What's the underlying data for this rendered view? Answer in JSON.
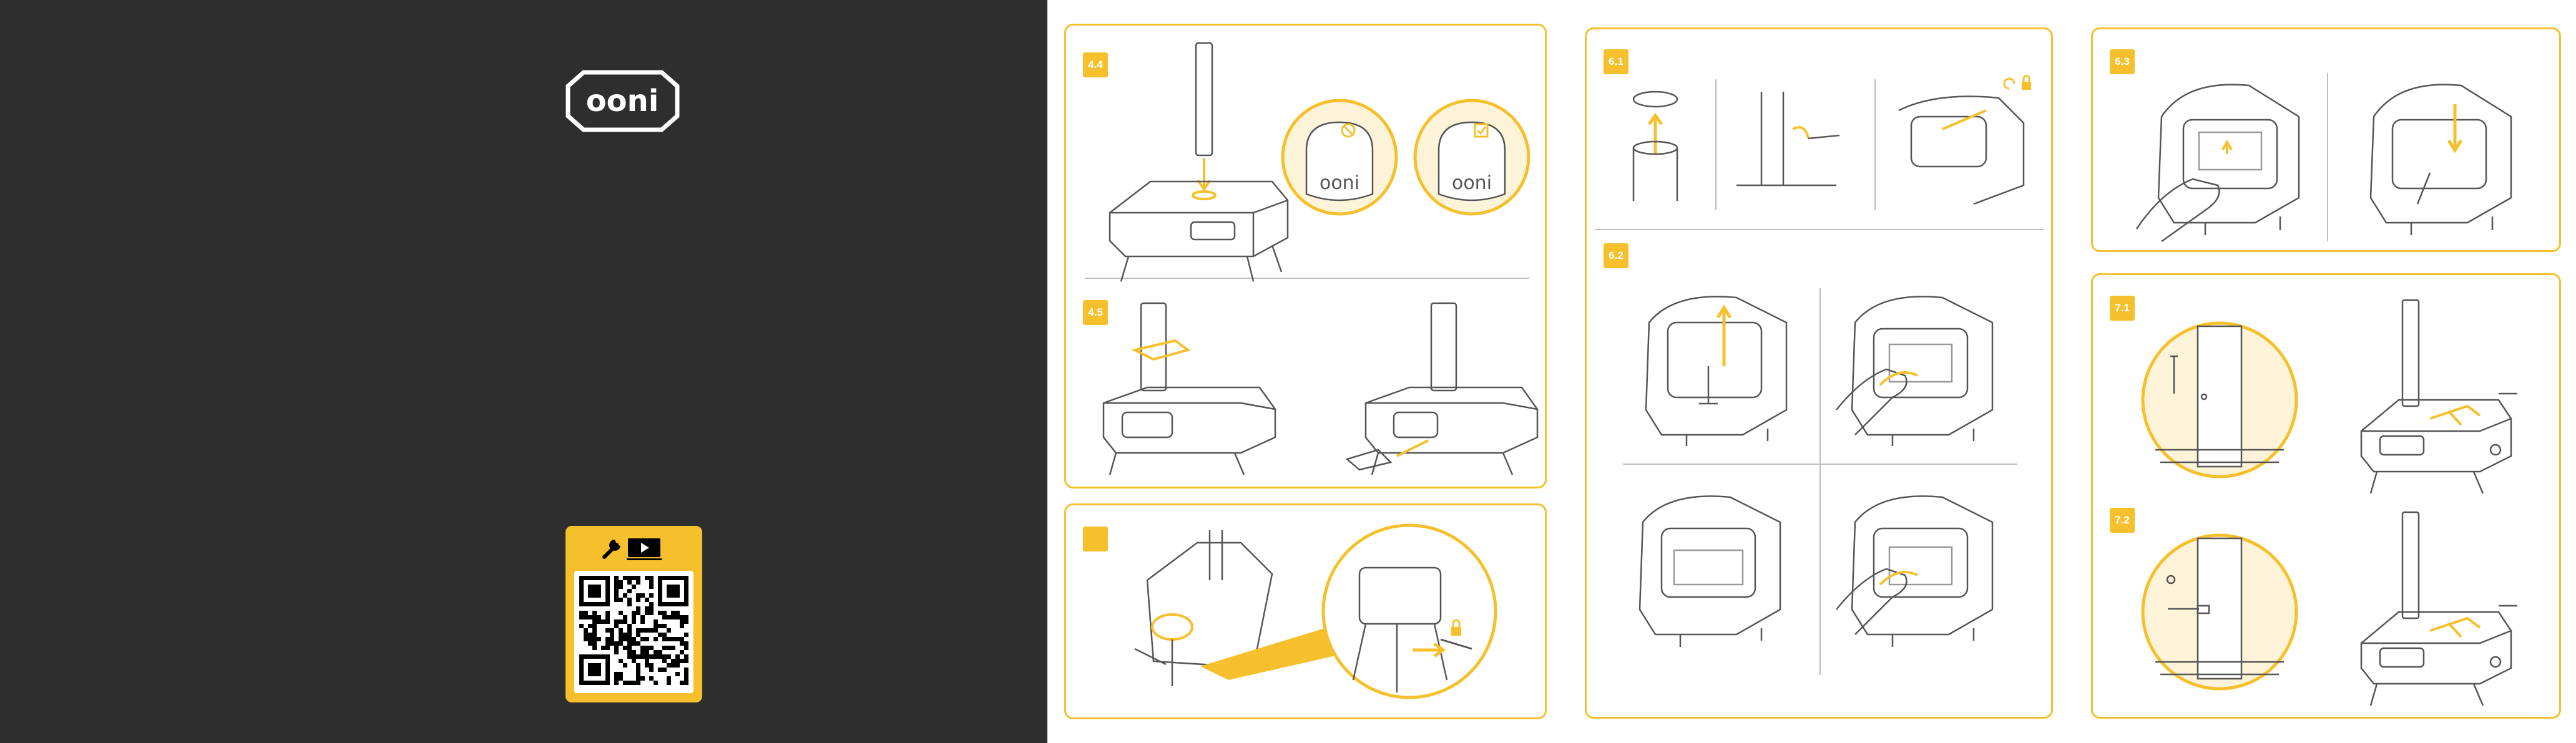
{
  "brand": {
    "logo_text": "ooni"
  },
  "qr_card": {
    "icons": [
      "wrench-icon",
      "video-play-icon"
    ]
  },
  "steps": {
    "s44": "4.4",
    "s45": "4.5",
    "s5": "",
    "s61": "6.1",
    "s62": "6.2",
    "s63": "6.3",
    "s71": "7.1",
    "s72": "7.2"
  },
  "detail_logo": "ooni",
  "icons": {
    "prohibited": "prohibited-icon",
    "checked": "checkbox-checked-icon",
    "lock": "lock-icon",
    "unlock": "unlock-icon"
  },
  "colors": {
    "accent": "#f5c02b",
    "dark": "#2e2e2e",
    "line": "#555555",
    "tint": "#fdf3d8"
  }
}
